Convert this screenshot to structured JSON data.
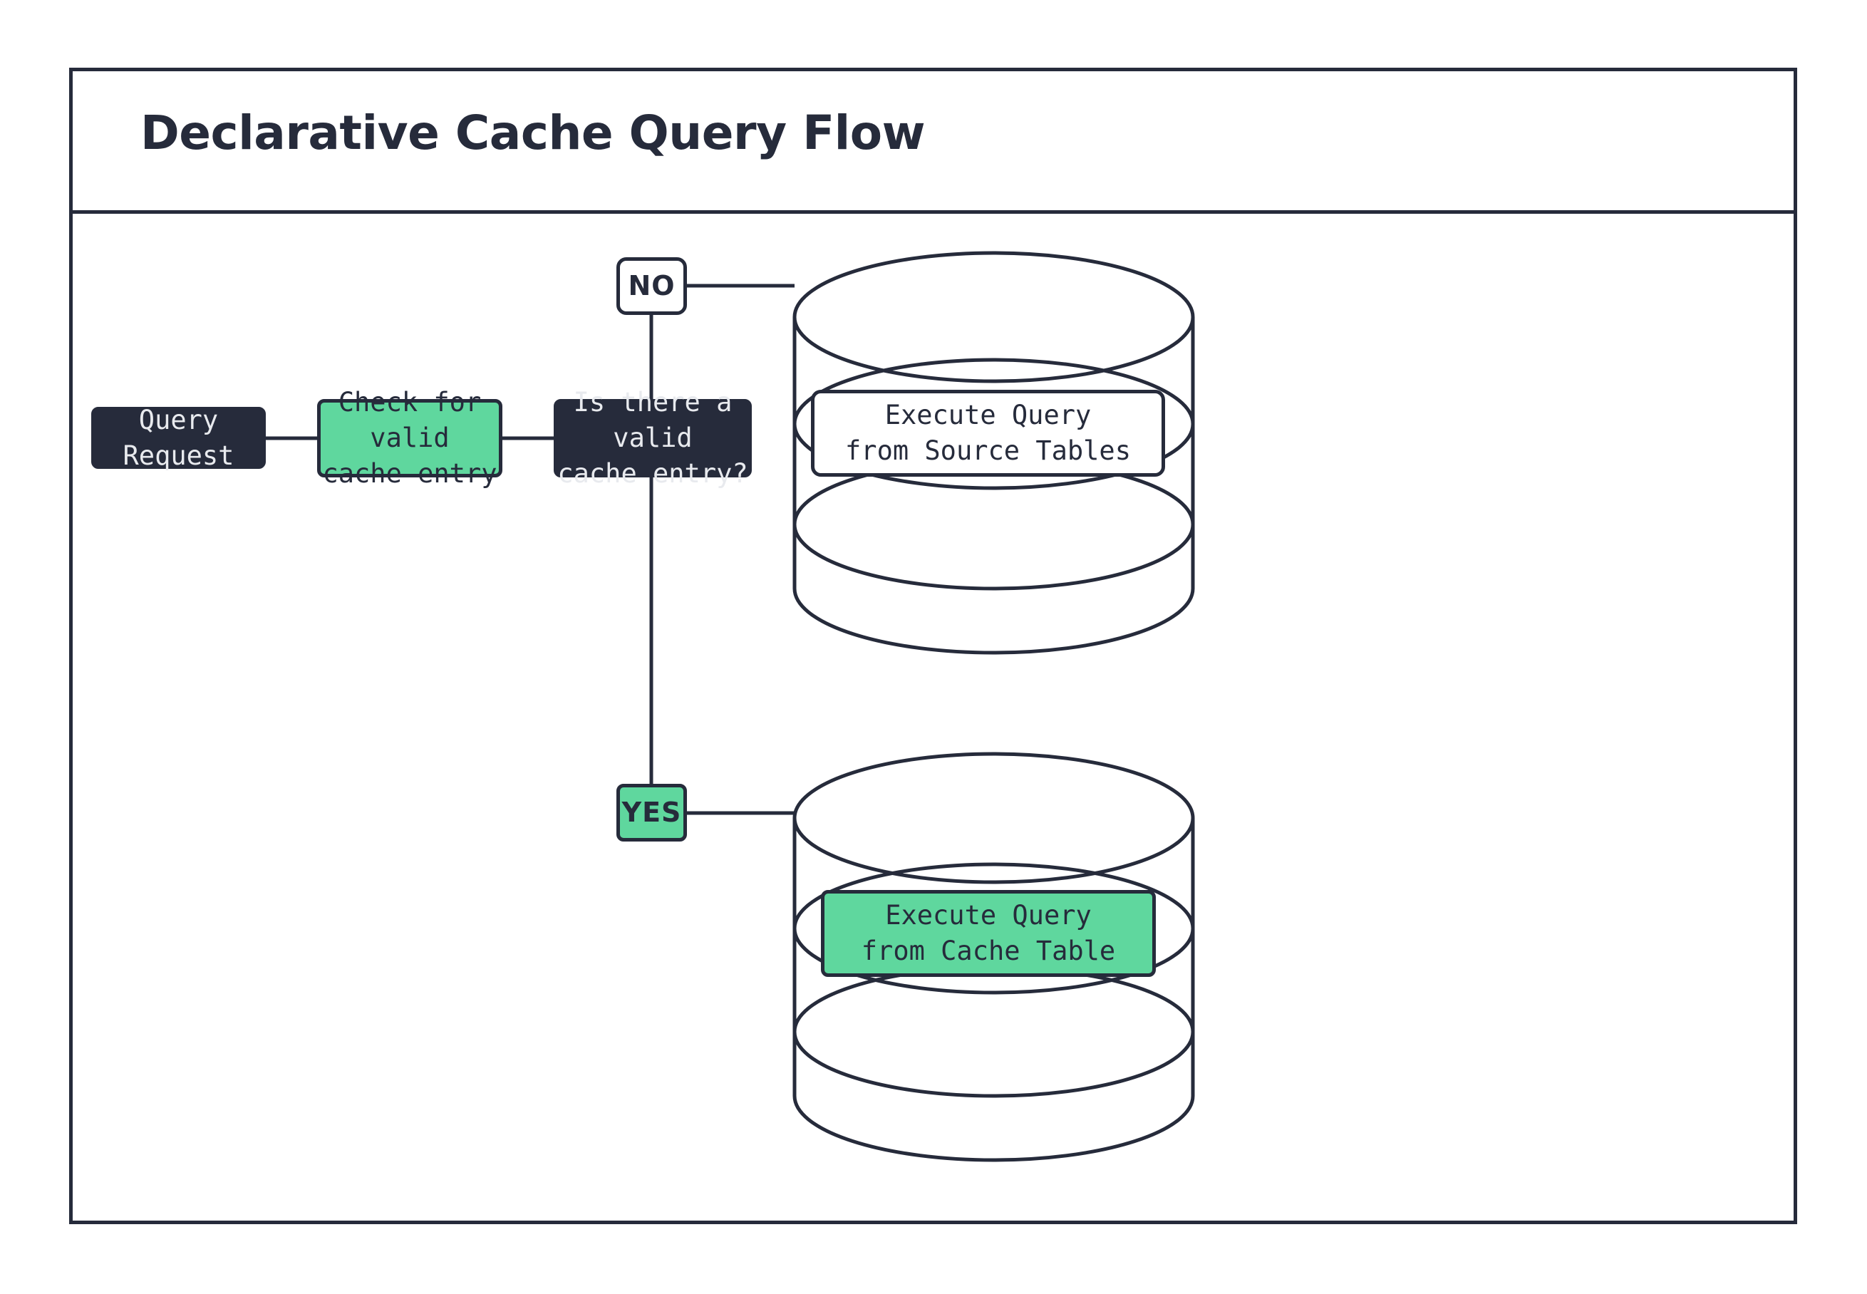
{
  "page": {
    "background": "#ffffff",
    "ink": "#262b3b",
    "accent_green": "#5fd79e",
    "surface": "#ffffff"
  },
  "header": {
    "title": "Declarative Cache Query Flow"
  },
  "flow": {
    "nodes": [
      {
        "id": "query-request",
        "label": "Query Request",
        "style": "dark"
      },
      {
        "id": "check-cache",
        "label": "Check for valid\ncache entry",
        "style": "green"
      },
      {
        "id": "decision",
        "label": "Is there a valid\ncache entry?",
        "style": "dark"
      },
      {
        "id": "branch-no",
        "label": "NO",
        "style": "white"
      },
      {
        "id": "branch-yes",
        "label": "YES",
        "style": "green"
      },
      {
        "id": "execute-source",
        "label": "Execute Query\nfrom Source Tables",
        "style": "white",
        "container": "database-cylinder-source"
      },
      {
        "id": "execute-cache",
        "label": "Execute Query\nfrom Cache Table",
        "style": "green",
        "container": "database-cylinder-cache"
      }
    ],
    "edges": [
      {
        "from": "query-request",
        "to": "check-cache"
      },
      {
        "from": "check-cache",
        "to": "decision"
      },
      {
        "from": "decision",
        "to": "branch-no",
        "branch": "NO"
      },
      {
        "from": "branch-no",
        "to": "execute-source"
      },
      {
        "from": "decision",
        "to": "branch-yes",
        "branch": "YES"
      },
      {
        "from": "branch-yes",
        "to": "execute-cache"
      }
    ],
    "containers": [
      {
        "id": "database-cylinder-source",
        "kind": "stacked-database-cylinder",
        "disks": 3
      },
      {
        "id": "database-cylinder-cache",
        "kind": "stacked-database-cylinder",
        "disks": 3
      }
    ]
  }
}
